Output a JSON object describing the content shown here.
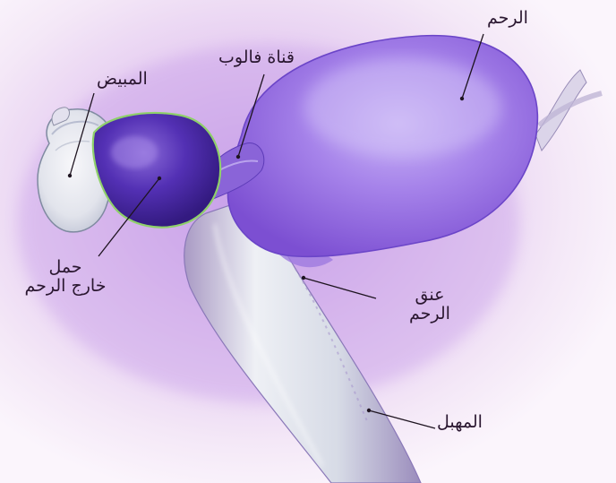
{
  "labels": {
    "uterus": "الرحم",
    "fallopian_tube": "قناة فالوب",
    "ovary": "المبيض",
    "ectopic_line1": "حمل",
    "ectopic_line2": "خارج الرحم",
    "cervix_line1": "عنق",
    "cervix_line2": "الرحم",
    "vagina": "المهبل"
  },
  "colors": {
    "background": "#f3e6f6",
    "uterus": "#9a6fe0",
    "ovary_outline": "#7a8a9a",
    "ectopic_sac": "#4a2a9e",
    "ectopic_outline": "#8fd06a",
    "vagina": "#d8dde6",
    "label_text": "#2a1730"
  }
}
